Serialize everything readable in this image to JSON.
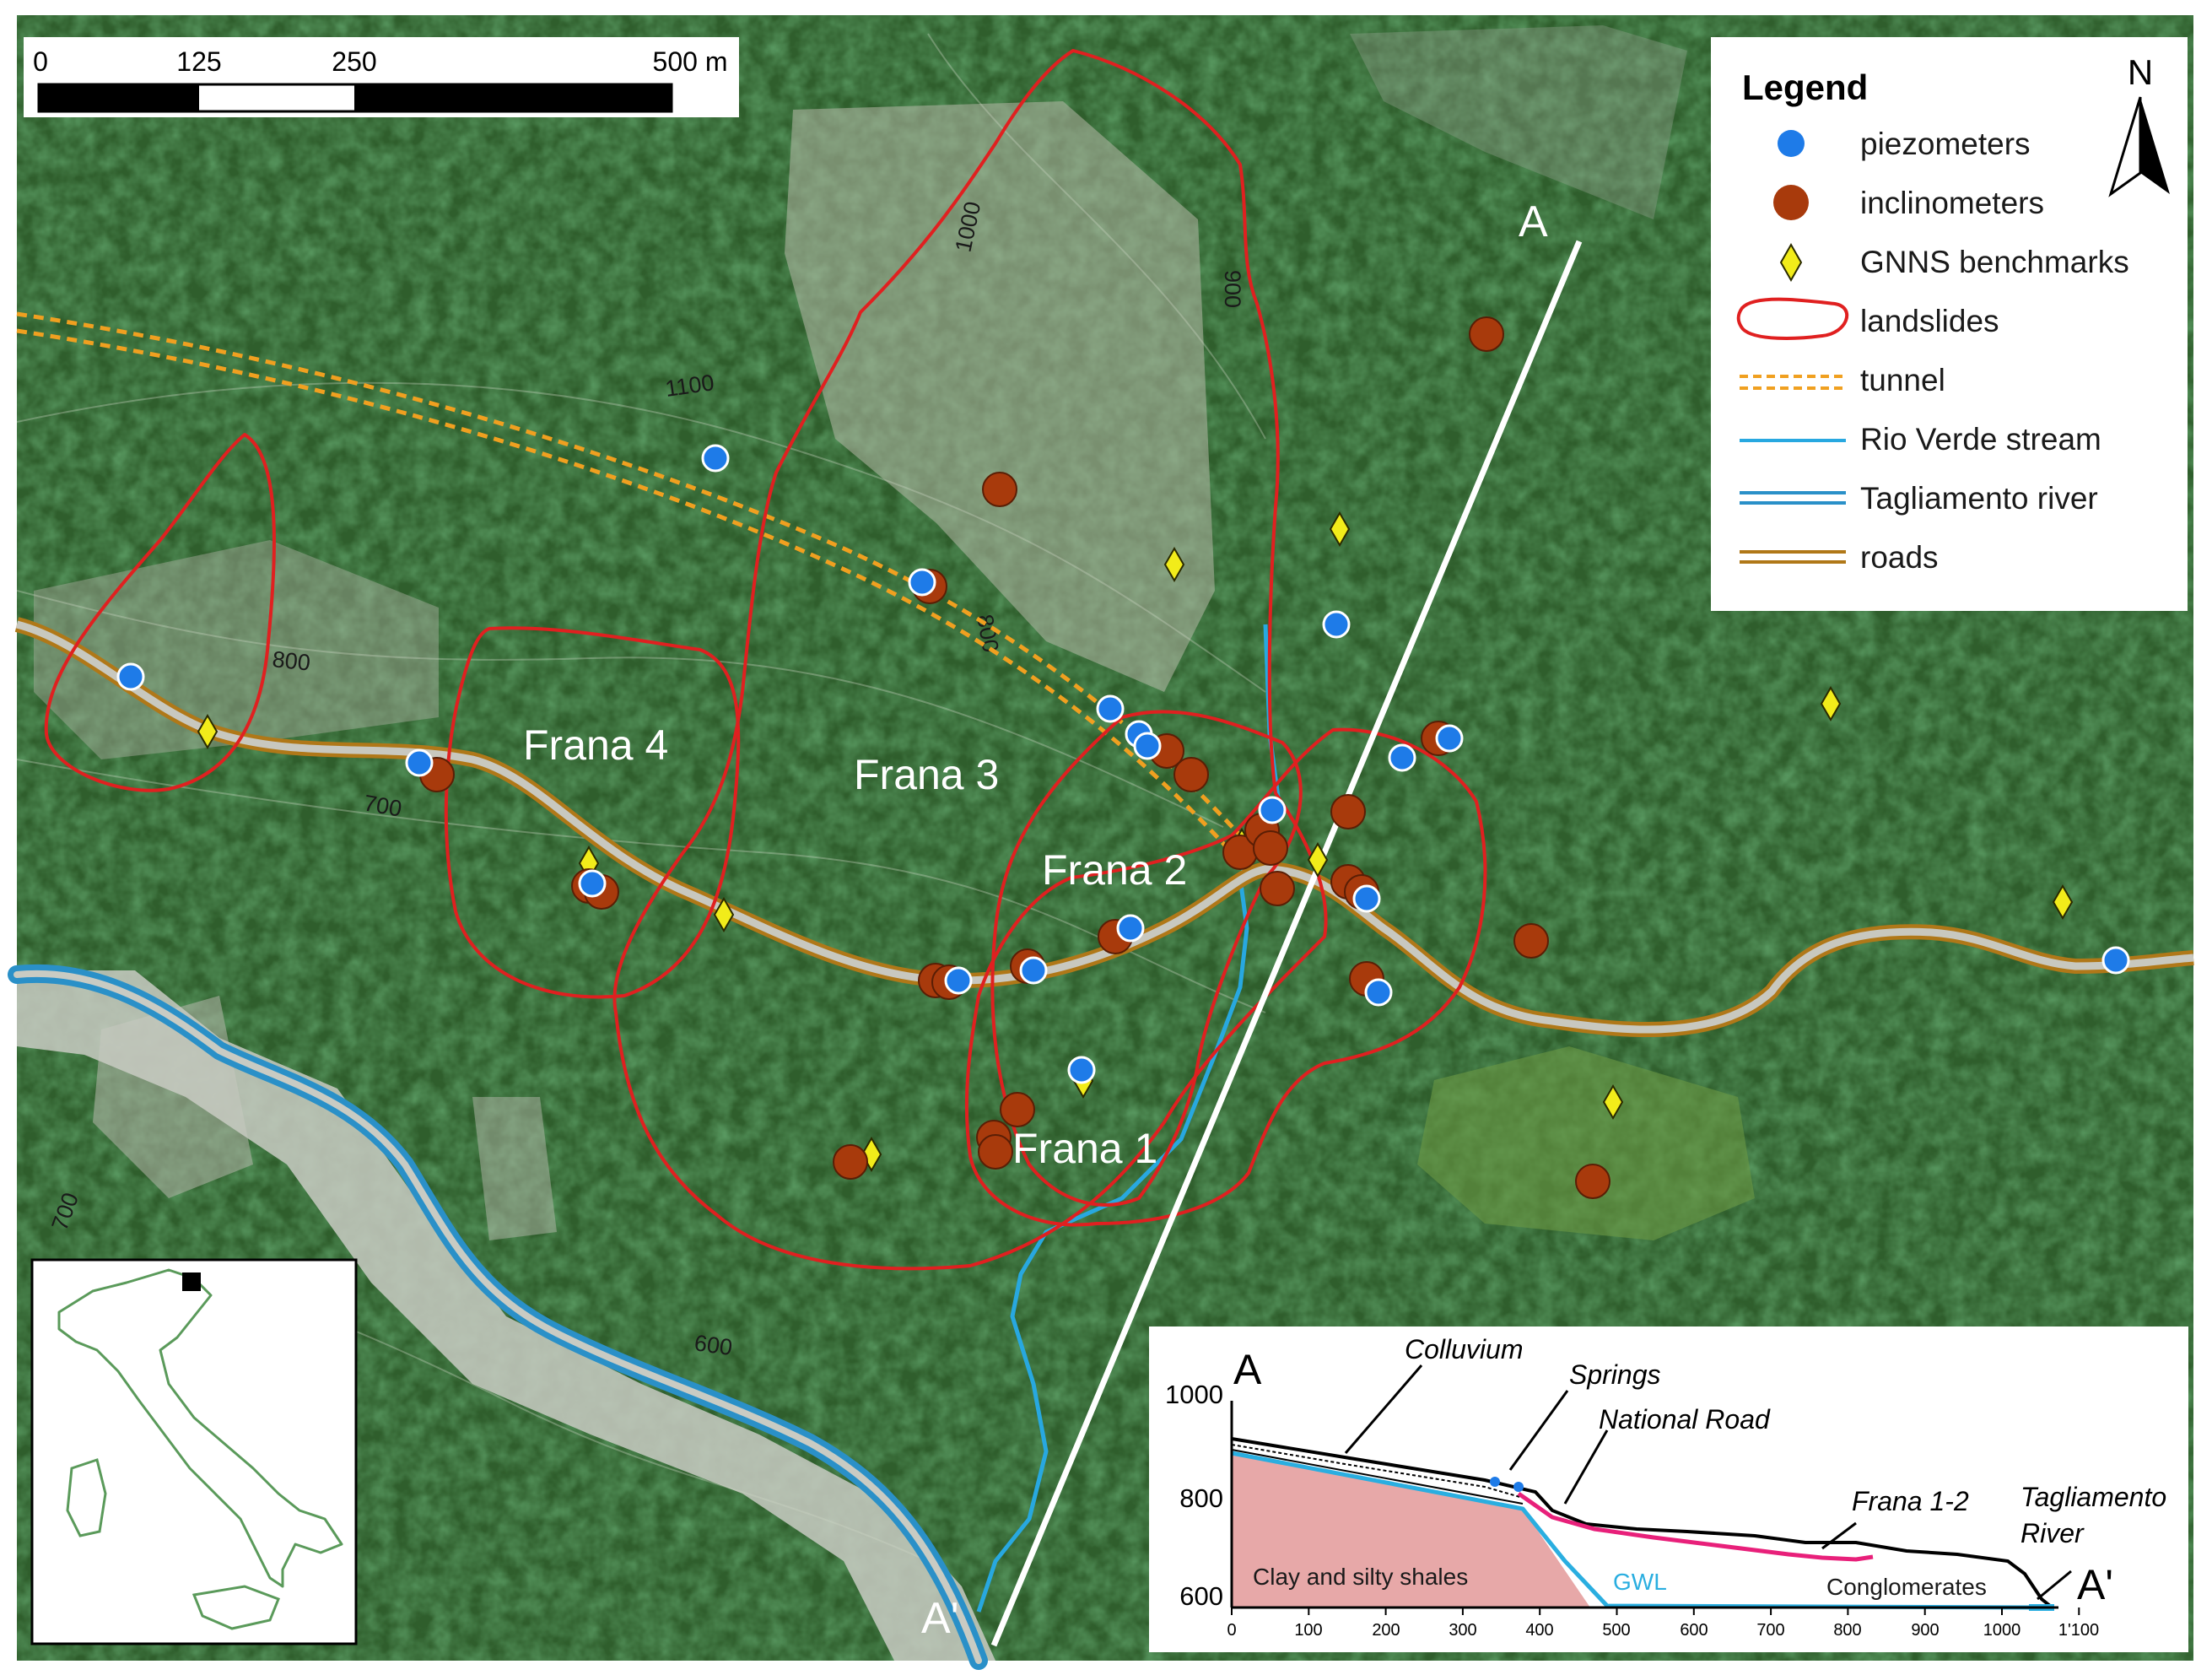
{
  "scale_bar": {
    "ticks": [
      "0",
      "125",
      "250",
      "500 m"
    ]
  },
  "north_arrow": {
    "label": "N"
  },
  "legend": {
    "title": "Legend",
    "items": [
      {
        "label": "piezometers",
        "symbol": "blue-circle-icon"
      },
      {
        "label": "inclinometers",
        "symbol": "brown-circle-icon"
      },
      {
        "label": "GNNS benchmarks",
        "symbol": "yellow-diamond-icon"
      },
      {
        "label": "landslides",
        "symbol": "red-outline-icon"
      },
      {
        "label": "tunnel",
        "symbol": "orange-dashed-line-icon"
      },
      {
        "label": "Rio Verde stream",
        "symbol": "light-blue-line-icon"
      },
      {
        "label": "Tagliamento river",
        "symbol": "double-blue-line-icon"
      },
      {
        "label": "roads",
        "symbol": "double-brown-line-icon"
      }
    ]
  },
  "landslide_labels": [
    "Frana 4",
    "Frana 3",
    "Frana 2",
    "Frana 1"
  ],
  "contour_labels": [
    "1000",
    "900",
    "1100",
    "800",
    "700",
    "800",
    "700",
    "600"
  ],
  "section_ends": {
    "start": "A",
    "end": "A'"
  },
  "cross_section": {
    "start_label": "A",
    "end_label": "A'",
    "y_ticks": [
      "1000",
      "800",
      "600"
    ],
    "x_ticks": [
      "0",
      "100",
      "200",
      "300",
      "400",
      "500",
      "600",
      "700",
      "800",
      "900",
      "1000",
      "1'100"
    ],
    "annotations": {
      "colluvium": "Colluvium",
      "springs": "Springs",
      "national_road": "National Road",
      "frana": "Frana 1-2",
      "river_line1": "Tagliamento",
      "river_line2": "River",
      "clay": "Clay and silty shales",
      "gwl": "GWL",
      "conglomerates": "Conglomerates"
    }
  },
  "colors": {
    "piezometer": "#1e7be8",
    "inclinometer": "#a83a0c",
    "benchmark": "#f2ec1a",
    "landslide": "#e02020",
    "tunnel": "#f0a020",
    "stream": "#28a8e0",
    "river": "#2a90c8",
    "road": "#b07818",
    "section": "#ffffff",
    "clay": "#e7a8a8",
    "frana_line": "#e8207a"
  }
}
